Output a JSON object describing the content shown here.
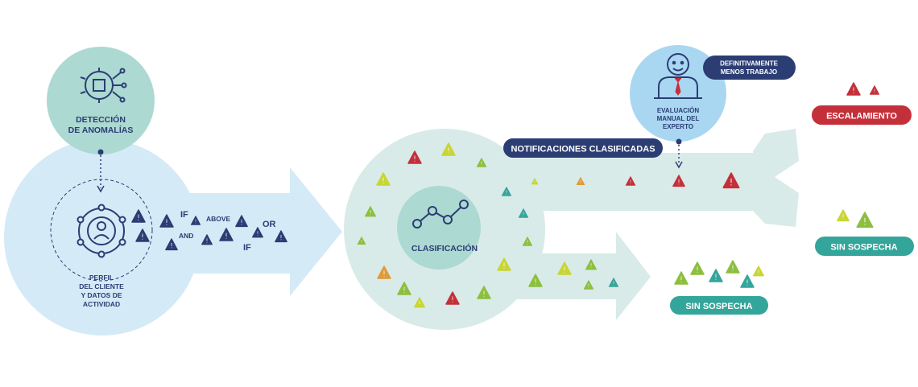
{
  "detection": {
    "label_line1": "DETECCIÓN",
    "label_line2": "DE ANOMALÍAS",
    "icon": "chip-gear-icon"
  },
  "profile": {
    "line1": "PERFIL",
    "line2": "DEL CLIENTE",
    "line3": "Y DATOS DE",
    "line4": "ACTIVIDAD",
    "icon": "user-network-icon"
  },
  "rules": {
    "if1": "IF",
    "above": "ABOVE",
    "and": "AND",
    "or": "OR",
    "if2": "IF"
  },
  "classification": {
    "label": "CLASIFICACIÓN",
    "icon": "line-chart-icon"
  },
  "classified_notifications": {
    "label": "NOTIFICACIONES CLASIFICADAS"
  },
  "manual_review": {
    "line1": "EVALUACIÓN",
    "line2": "MANUAL DEL",
    "line3": "EXPERTO",
    "icon": "expert-person-icon"
  },
  "less_work": {
    "line1": "DEFINITIVAMENTE",
    "line2": "MENOS TRABAJO"
  },
  "outcomes": {
    "escalation": "ESCALAMIENTO",
    "no_suspicion_top": "SIN SOSPECHA",
    "no_suspicion_bottom": "SIN SOSPECHA"
  },
  "colors": {
    "light_blue": "#d5eaf7",
    "light_teal": "#d8ebe8",
    "teal_circle": "#acd9d2",
    "blue_circle": "#a9d7f2",
    "navy": "#2b3d73",
    "red": "#c4303a",
    "teal": "#34a59a",
    "green": "#8cbf3f",
    "yellow": "#c8d534",
    "orange": "#e09a3a"
  }
}
